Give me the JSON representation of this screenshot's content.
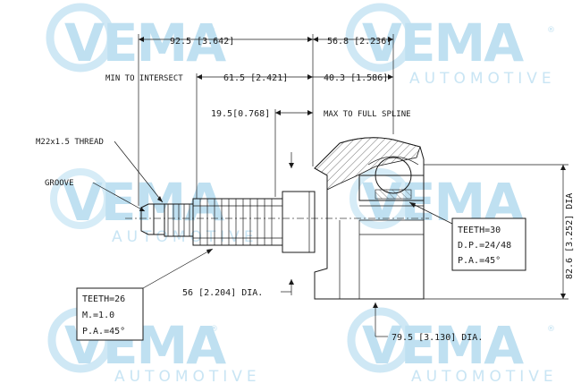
{
  "watermark": {
    "brand": "VEMA",
    "tagline": "AUTOMOTIVE",
    "registered": "®"
  },
  "dimensions": {
    "overall_length": "92.5 [3.642]",
    "housing_length": "56.8 [2.236]",
    "min_to_intersect_label": "MIN TO INTERSECT",
    "intersect_length": "61.5 [2.421]",
    "spline_depth": "40.3 [1.586]",
    "spline_offset": "19.5[0.768]",
    "max_full_spline_label": "MAX TO FULL SPLINE",
    "shaft_diameter": "56 [2.204] DIA.",
    "housing_outer_diameter": "82.6 [3.252] DIA",
    "flange_diameter": "79.5 [3.130] DIA."
  },
  "labels": {
    "thread": "M22x1.5 THREAD",
    "groove": "GROOVE"
  },
  "outer_spline": {
    "teeth": "TEETH=26",
    "module": "M.=1.0",
    "pressure_angle": "P.A.=45°"
  },
  "inner_spline": {
    "teeth": "TEETH=30",
    "diametral_pitch": "D.P.=24/48",
    "pressure_angle": "P.A.=45°"
  }
}
